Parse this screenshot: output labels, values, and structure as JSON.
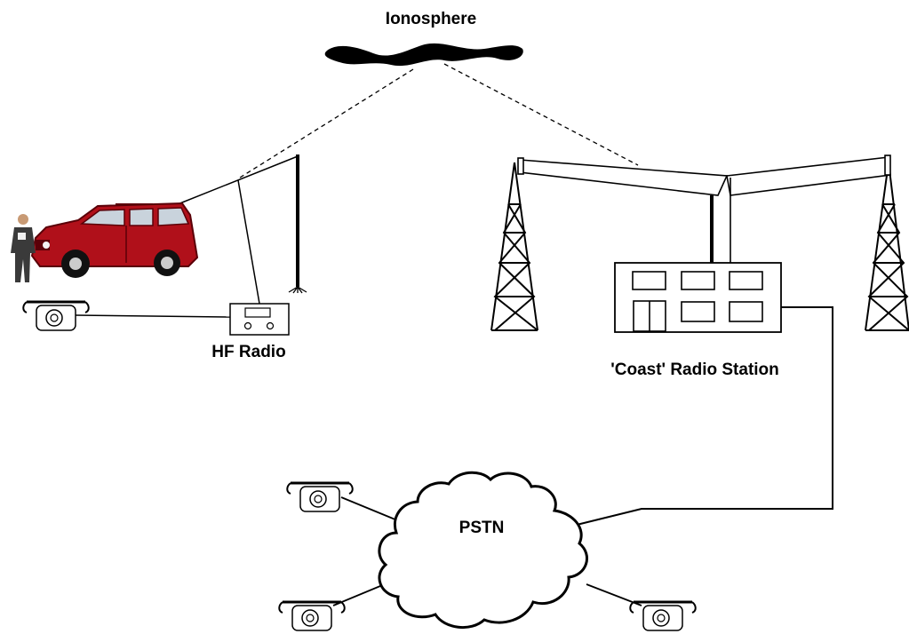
{
  "labels": {
    "ionosphere": "Ionosphere",
    "hf_radio": "HF Radio",
    "coast_station": "'Coast' Radio Station",
    "pstn": "PSTN"
  },
  "colors": {
    "line": "#000000",
    "vehicle_body": "#b0101a",
    "vehicle_dark": "#5a0008",
    "window": "#c9d3dc",
    "suit": "#3a3a3a"
  }
}
